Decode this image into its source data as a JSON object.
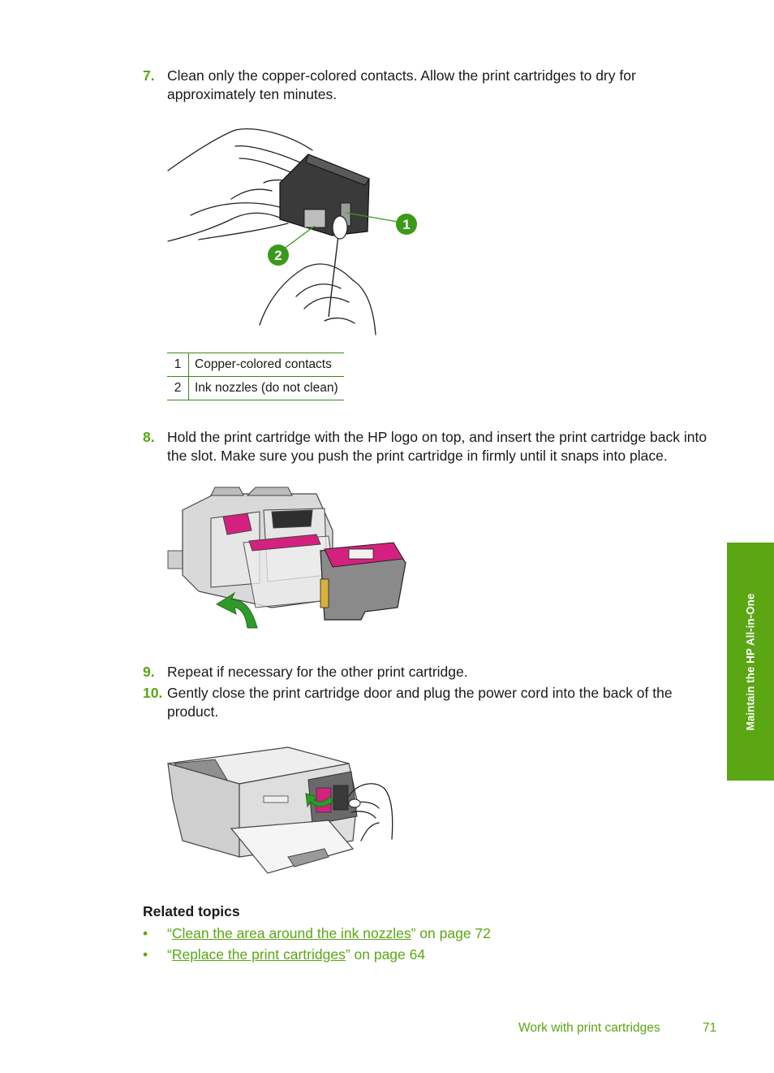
{
  "steps": [
    {
      "num": "7.",
      "text": "Clean only the copper-colored contacts. Allow the print cartridges to dry for approximately ten minutes."
    },
    {
      "num": "8.",
      "text": "Hold the print cartridge with the HP logo on top, and insert the print cartridge back into the slot. Make sure you push the print cartridge in firmly until it snaps into place."
    },
    {
      "num": "9.",
      "text": "Repeat if necessary for the other print cartridge."
    },
    {
      "num": "10.",
      "text": "Gently close the print cartridge door and plug the power cord into the back of the product."
    }
  ],
  "figure1": {
    "callouts": [
      "1",
      "2"
    ]
  },
  "legend": [
    {
      "num": "1",
      "label": "Copper-colored contacts"
    },
    {
      "num": "2",
      "label": "Ink nozzles (do not clean)"
    }
  ],
  "related": {
    "heading": "Related topics",
    "items": [
      {
        "bullet": "•",
        "open": "“",
        "link": "Clean the area around the ink nozzles",
        "close": "” on page 72"
      },
      {
        "bullet": "•",
        "open": "“",
        "link": "Replace the print cartridges",
        "close": "” on page 64"
      }
    ]
  },
  "side_tab": "Maintain the HP All-in-One",
  "footer": {
    "section": "Work with print cartridges",
    "page": "71"
  },
  "colors": {
    "accent": "#5aa613",
    "text": "#1a1a1a",
    "callout": "#3a9a1a",
    "magenta": "#d4217f"
  }
}
